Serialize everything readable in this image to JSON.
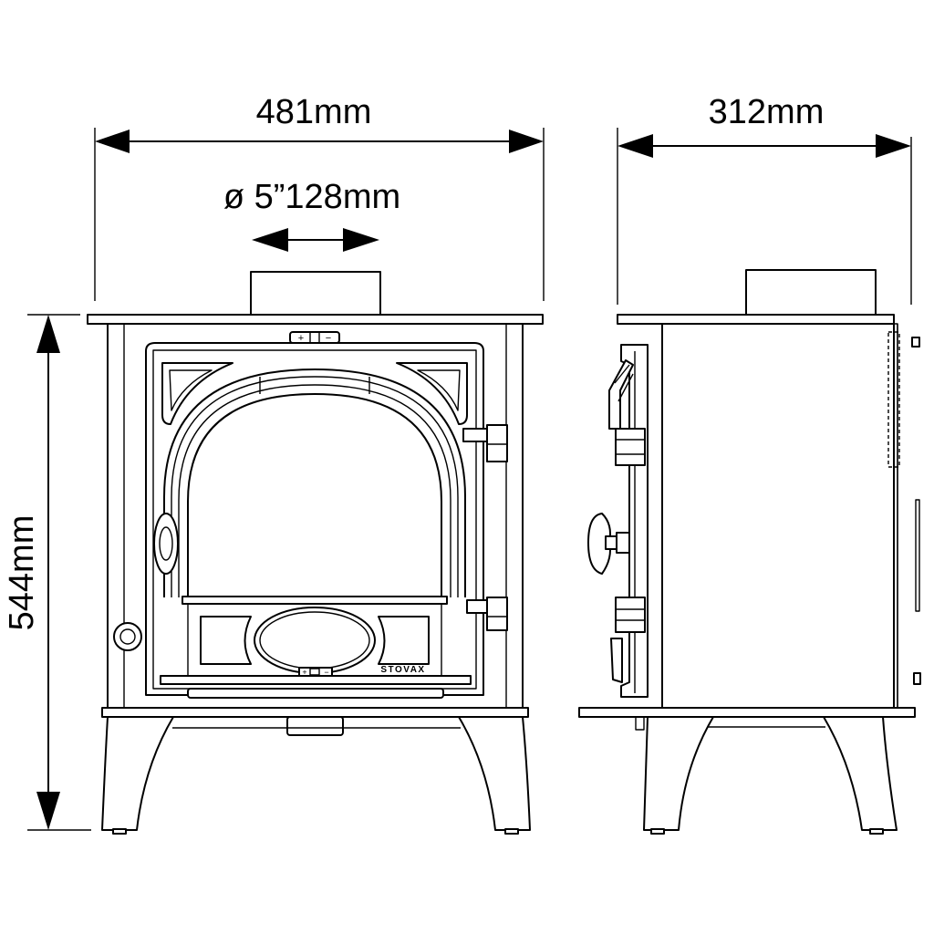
{
  "dimensions": {
    "width": "481mm",
    "flue": "ø 5”128mm",
    "depth": "312mm",
    "height": "544mm"
  },
  "brand": "STOVAX",
  "control_front": {
    "plus": "+",
    "minus": "−"
  },
  "control_bottom": {
    "plus": "+",
    "minus": "−"
  },
  "colors": {
    "line": "#000000",
    "background": "#ffffff"
  }
}
